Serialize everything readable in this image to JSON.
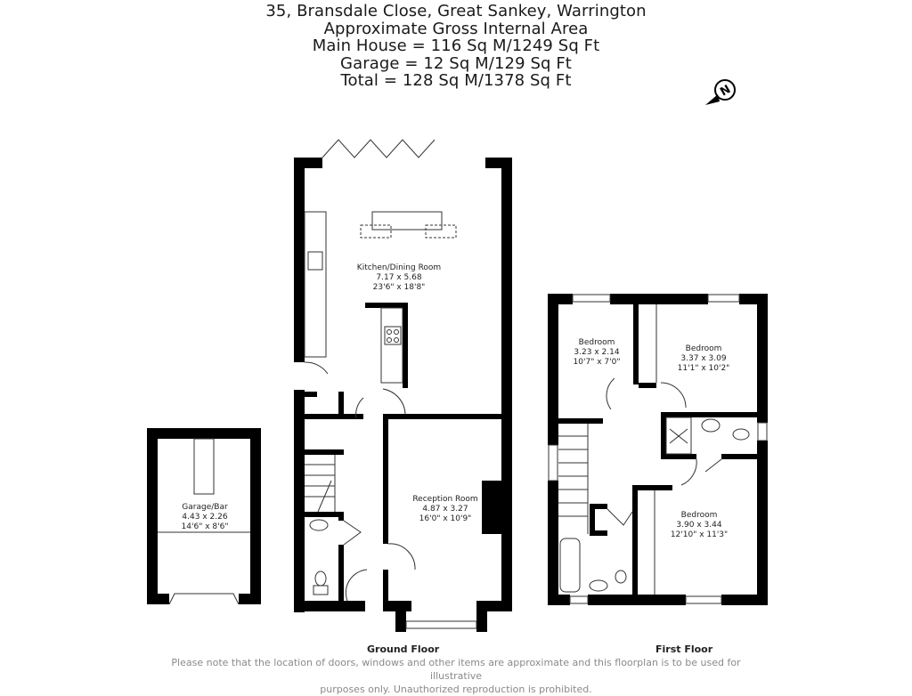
{
  "header": {
    "address": "35, Bransdale Close, Great Sankey, Warrington",
    "subtitle": "Approximate Gross Internal Area",
    "main_house": "Main House = 116 Sq M/1249 Sq Ft",
    "garage": "Garage = 12 Sq M/129 Sq Ft",
    "total": "Total = 128 Sq M/1378 Sq Ft"
  },
  "compass": {
    "icon": "north-compass-icon",
    "letter": "N"
  },
  "rooms": {
    "kitchen": {
      "name": "Kitchen/Dining Room",
      "metric": "7.17 x 5.68",
      "imperial": "23'6\" x 18'8\""
    },
    "reception": {
      "name": "Reception Room",
      "metric": "4.87 x 3.27",
      "imperial": "16'0\" x 10'9\""
    },
    "garage": {
      "name": "Garage/Bar",
      "metric": "4.43 x 2.26",
      "imperial": "14'6\" x 8'6\""
    },
    "bedroom1": {
      "name": "Bedroom",
      "metric": "3.23 x 2.14",
      "imperial": "10'7\" x 7'0\""
    },
    "bedroom2": {
      "name": "Bedroom",
      "metric": "3.37 x 3.09",
      "imperial": "11'1\" x 10'2\""
    },
    "bedroom3": {
      "name": "Bedroom",
      "metric": "3.90 x 3.44",
      "imperial": "12'10\" x 11'3\""
    }
  },
  "floors": {
    "ground": "Ground Floor",
    "first": "First Floor"
  },
  "disclaimer": {
    "line1": "Please note that the location of doors, windows and other items are approximate and this floorplan is to be used for illustrative",
    "line2": "purposes only. Unauthorized reproduction is prohibited."
  },
  "colors": {
    "wall": "#000000",
    "text": "#1a1a1a",
    "disclaimer": "#8a8a8a"
  }
}
